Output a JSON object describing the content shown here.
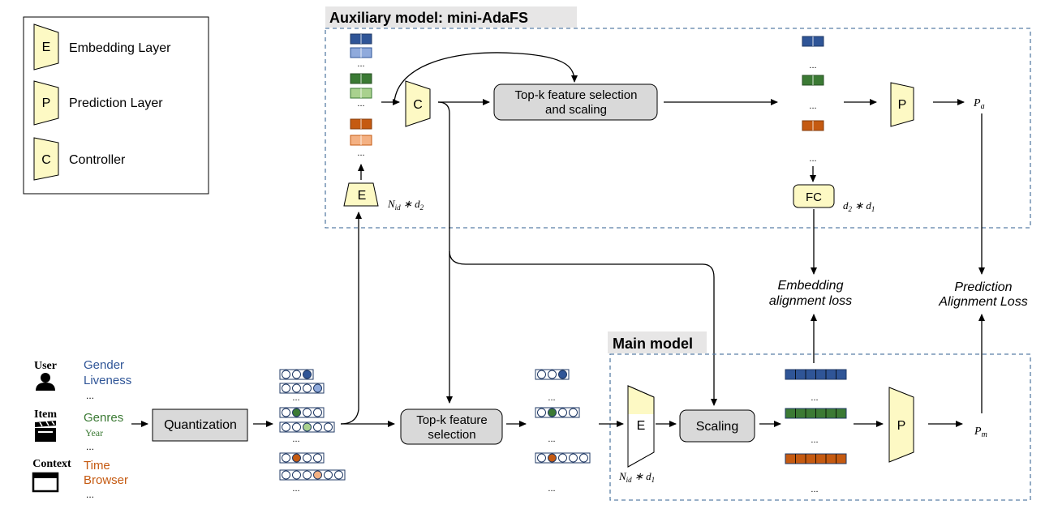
{
  "legend": {
    "items": [
      {
        "letter": "E",
        "label": "Embedding Layer"
      },
      {
        "letter": "P",
        "label": "Prediction Layer"
      },
      {
        "letter": "C",
        "label": "Controller"
      }
    ]
  },
  "auxiliary": {
    "title": "Auxiliary model: mini-AdaFS",
    "embedding_letter": "E",
    "controller_letter": "C",
    "topk_line1": "Top-k feature selection",
    "topk_line2": "and scaling",
    "prediction_letter": "P",
    "fc_label": "FC",
    "emb_dim_N": "N",
    "emb_dim_sub": "id",
    "emb_dim_rest": " ∗ d",
    "emb_dim_sub2": "2",
    "fc_dim_d2": "d",
    "fc_dim_sub1": "2",
    "fc_dim_rest": " ∗ d",
    "fc_dim_sub2": "1",
    "output_p": "P",
    "output_sub": "a"
  },
  "losses": {
    "embedding_line1": "Embedding",
    "embedding_line2": "alignment loss",
    "prediction_line1": "Prediction",
    "prediction_line2": "Alignment Loss"
  },
  "main": {
    "title": "Main model",
    "embedding_letter": "E",
    "scaling_label": "Scaling",
    "prediction_letter": "P",
    "emb_dim_N": "N",
    "emb_dim_sub": "id",
    "emb_dim_rest": " ∗ d",
    "emb_dim_sub2": "1",
    "output_p": "P",
    "output_sub": "m"
  },
  "inputs": {
    "user": {
      "title": "User",
      "f1": "Gender",
      "f2": "Liveness",
      "more": "..."
    },
    "item": {
      "title": "Item",
      "f1": "Genres",
      "f2": "Year",
      "more": "..."
    },
    "context": {
      "title": "Context",
      "f1": "Time",
      "f2": "Browser",
      "more": "..."
    }
  },
  "quantization_label": "Quantization",
  "topk_main_line1": "Top-k feature",
  "topk_main_line2": "selection",
  "ellipsis": "...",
  "colors": {
    "blue_dark": "#2f5597",
    "blue_light": "#8faadc",
    "green_dark": "#3b7a34",
    "green_light": "#a9d18e",
    "orange_dark": "#c55a11",
    "orange_light": "#f4b183",
    "yellow_fill": "#fdf9c4",
    "grey_fill": "#d9d9d9",
    "dashed_border": "#5b7fa6",
    "gender_text": "#2f5597",
    "genres_text": "#3b7a34",
    "time_text": "#c55a11"
  }
}
